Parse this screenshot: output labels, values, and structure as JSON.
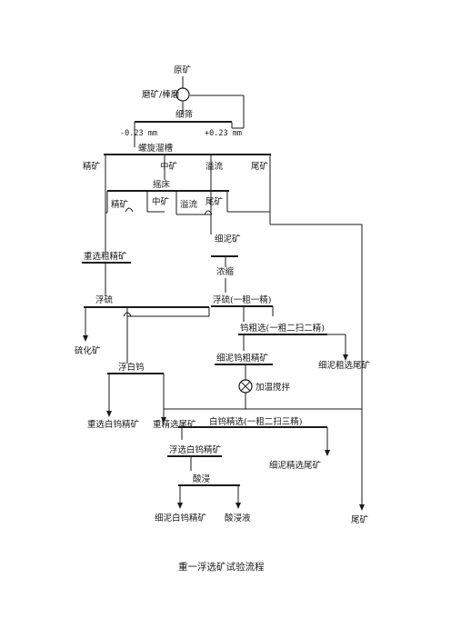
{
  "diagram": {
    "caption": "重一浮选矿试验流程",
    "nodes": {
      "raw_ore": "原矿",
      "grinding_classifier": "磨矿/棒磨",
      "fine_screen": "细筛",
      "screen_under": "-0.23 mm",
      "screen_over": "+0.23 mm",
      "spiral_chute": "螺旋溜槽",
      "spiral_conc": "精矿",
      "spiral_middling": "中矿",
      "spiral_overflow": "溢流",
      "spiral_tail": "尾矿",
      "shaking_table": "摇床",
      "table_conc": "精矿",
      "table_middling": "中矿",
      "table_overflow": "溢流",
      "table_tail": "尾矿",
      "fine_slime": "细泥矿",
      "thickening": "浓缩",
      "gravity_rough_conc": "重选粗精矿",
      "sulfide_flotation": "浮硫",
      "flotation_rougher": "浮硫(一粗一精)",
      "tungsten_rougher": "钨粗选(一粗二扫二精)",
      "sulfide_conc": "硫化矿",
      "scheelite_flotation": "浮白钨",
      "slime_w_rough_conc": "细泥钨粗精矿",
      "slime_rough_tail": "细泥粗选尾矿",
      "heat_stirring": "加温搅拌",
      "gravity_scheelite_conc": "重选白钨精矿",
      "gravity_cleaner_tail": "重精选尾矿",
      "scheelite_cleaner": "白钨精选(一粗二扫三精)",
      "flotation_scheelite_conc": "浮选白钨精矿",
      "slime_cleaner_tail": "细泥精选尾矿",
      "acid_leach": "酸浸",
      "slime_scheelite_conc": "细泥白钨精矿",
      "acid_leach_solution": "酸浸液",
      "tailings": "尾矿"
    }
  }
}
